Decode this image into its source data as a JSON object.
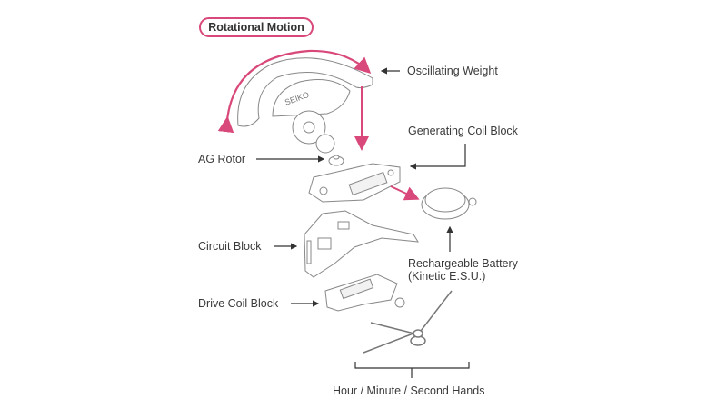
{
  "diagram": {
    "title_badge": "Rotational Motion",
    "accent_color": "#d9487a",
    "line_color": "#444444",
    "labels": {
      "oscillating_weight": "Oscillating Weight",
      "generating_coil_block": "Generating Coil Block",
      "ag_rotor": "AG Rotor",
      "circuit_block": "Circuit Block",
      "rechargeable_battery_line1": "Rechargeable Battery",
      "rechargeable_battery_line2": "(Kinetic E.S.U.)",
      "drive_coil_block": "Drive Coil Block",
      "hands": "Hour / Minute / Second Hands"
    },
    "brand_mark": "SEIKO"
  }
}
